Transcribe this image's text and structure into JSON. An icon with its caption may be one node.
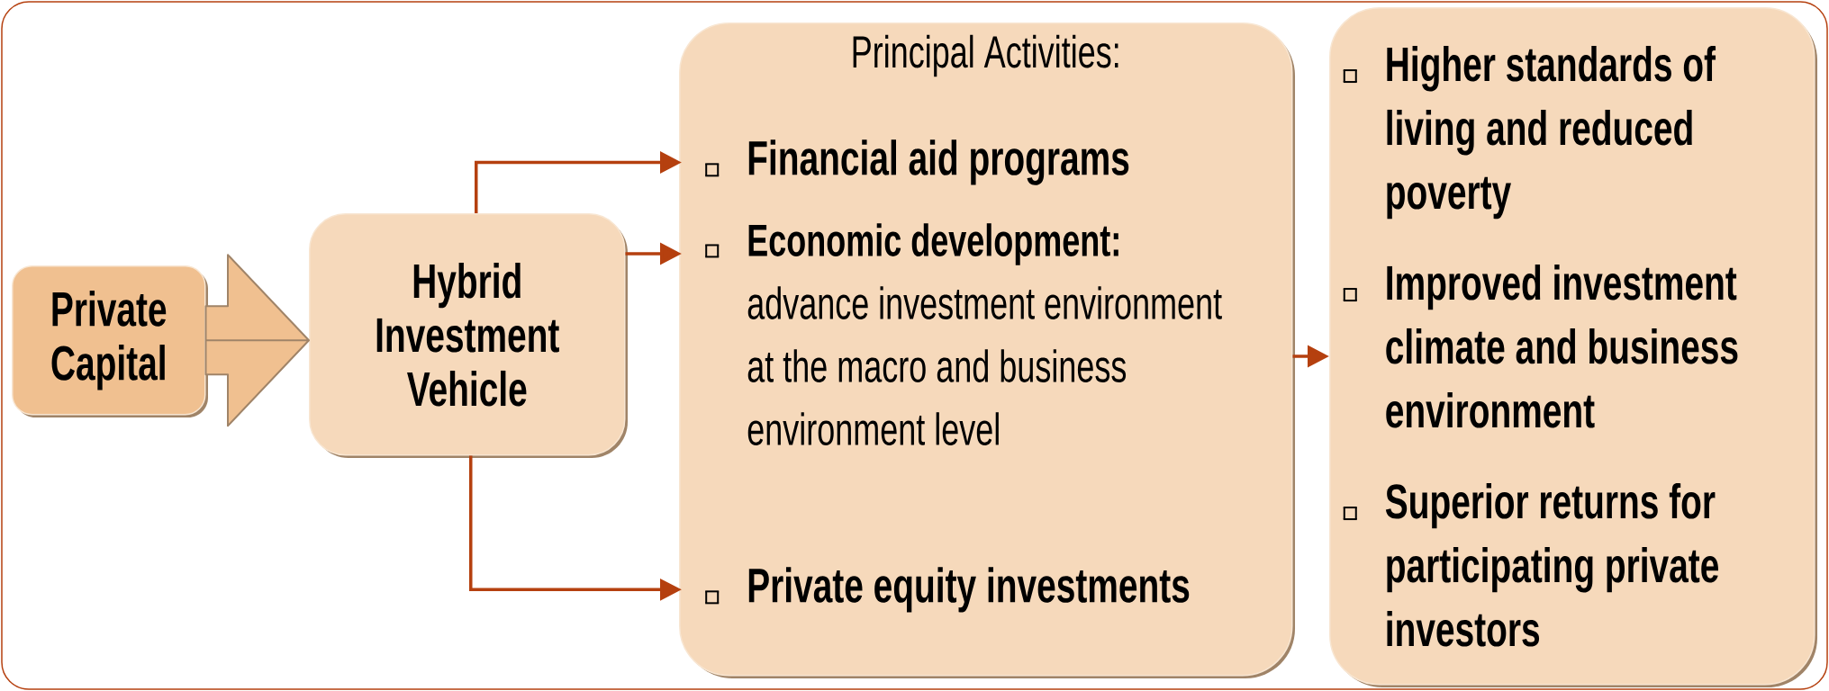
{
  "diagram": {
    "nodes": [
      {
        "text": [
          "Private Capital"
        ]
      },
      {
        "text": [
          "Hybrid Investment Vehicle"
        ]
      },
      {
        "text": [
          "Principal Activities:"
        ]
      },
      {
        "text": [
          "Financial aid programs"
        ],
        "in": 2
      },
      {
        "text": [
          "**Economic development:** advance investment environment at the macro and business environment level"
        ],
        "in": 2
      },
      {
        "text": [
          "Private equity investments"
        ],
        "in": 2
      },
      {
        "text": [
          "Higher standards of living and reduced poverty",
          "Improved investment climate and business environment",
          "Superior returns for participating private investors"
        ]
      }
    ],
    "edges": [
      {
        "from": 0,
        "to": 1,
        "arrow": "to",
        "style": "thick",
        "color": "#f0c090"
      },
      {
        "from": 1,
        "to": 3,
        "arrow": "to"
      },
      {
        "from": 1,
        "to": 4,
        "arrow": "to"
      },
      {
        "from": 1,
        "to": 5,
        "arrow": "to"
      },
      {
        "from": 2,
        "to": 6,
        "arrow": "to"
      }
    ]
  }
}
